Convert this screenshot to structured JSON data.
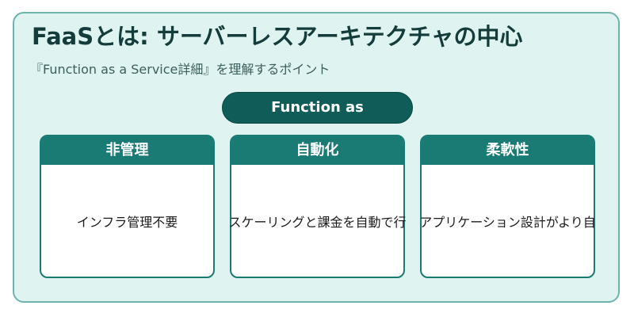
{
  "title": "FaaSとは: サーバーレスアーキテクチャの中心",
  "subtitle": "『Function as a Service詳細』を理解するポイント",
  "center_label": "Function as",
  "cards": [
    {
      "heading": "非管理",
      "text": "インフラ管理不要"
    },
    {
      "heading": "自動化",
      "text": "スケーリングと課金を自動で行"
    },
    {
      "heading": "柔軟性",
      "text": "アプリケーション設計がより自"
    }
  ],
  "colors": {
    "frame_bg": "#dff3f1",
    "frame_border": "#6fb3ad",
    "pill_bg": "#0f5c58",
    "card_header": "#1a7a74",
    "title_text": "#143c3a"
  }
}
